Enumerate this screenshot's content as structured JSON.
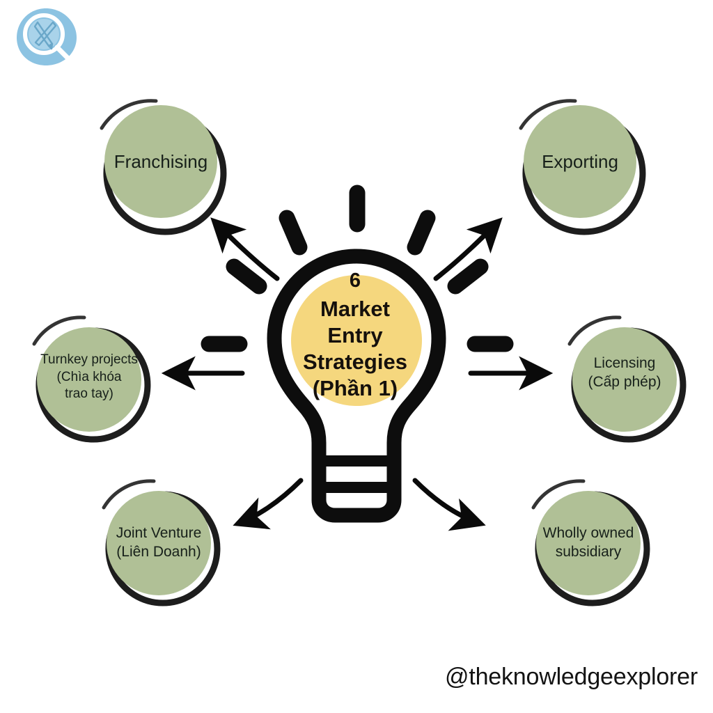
{
  "brand": {
    "logo_icon": "magnifier-pencil-logo-icon",
    "logo_color": "#8ec3e0",
    "handle": "@theknowledgeexplorer"
  },
  "colors": {
    "background": "#ffffff",
    "node_fill": "#b0c096",
    "node_stroke": "#000000",
    "bulb_outline": "#0d0d0d",
    "bulb_inner": "#f5d77e",
    "text": "#17201a",
    "center_text": "#15100c"
  },
  "center": {
    "icon": "lightbulb-icon",
    "count": "6",
    "line1": "Market",
    "line2": "Entry",
    "line3": "Strategies",
    "line4": "(Phần 1)"
  },
  "nodes": [
    {
      "id": "franchising",
      "label": "Franchising",
      "position": "top-left",
      "size": "lg",
      "arrow": "curved-up-left-arrow"
    },
    {
      "id": "exporting",
      "label": "Exporting",
      "position": "top-right",
      "size": "lg",
      "arrow": "curved-up-right-arrow"
    },
    {
      "id": "turnkey-projects",
      "label": "Turnkey projects\n(Chìa khóa\ntrao tay)",
      "position": "middle-left",
      "size": "sm",
      "arrow": "straight-left-arrow"
    },
    {
      "id": "licensing",
      "label": "Licensing\n(Cấp phép)",
      "position": "middle-right",
      "size": "md",
      "arrow": "straight-right-arrow"
    },
    {
      "id": "joint-venture",
      "label": "Joint Venture\n(Liên Doanh)",
      "position": "bottom-left",
      "size": "md",
      "arrow": "curved-down-left-arrow"
    },
    {
      "id": "wholly-owned-subsidiary",
      "label": "Wholly owned\nsubsidiary",
      "position": "bottom-right",
      "size": "md",
      "arrow": "curved-down-right-arrow"
    }
  ]
}
